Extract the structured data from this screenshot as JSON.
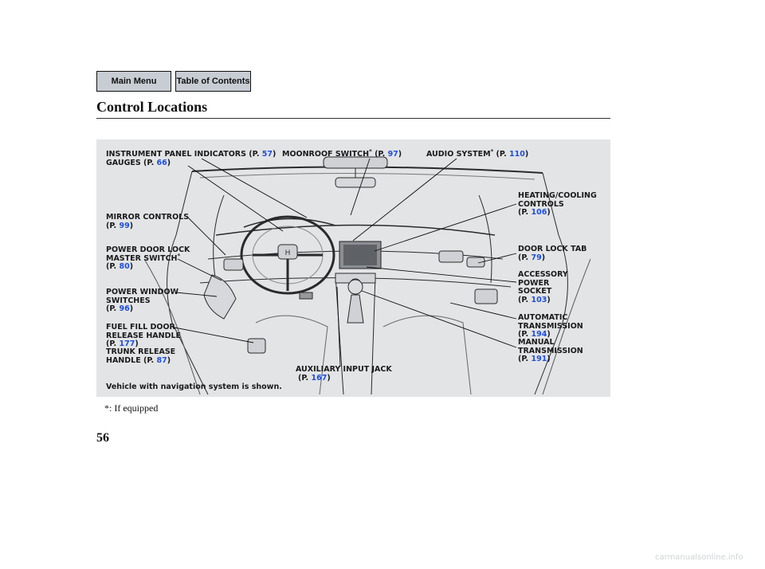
{
  "nav": {
    "main_menu": "Main Menu",
    "table_of_contents": "Table of Contents"
  },
  "page_title": "Control Locations",
  "callouts": {
    "instrument_panel": {
      "text": "INSTRUMENT PANEL INDICATORS (P. ",
      "page": "57",
      "end": ")"
    },
    "gauges": {
      "text": "GAUGES (P. ",
      "page": "66",
      "end": ")"
    },
    "moonroof": {
      "text": "MOONROOF SWITCH",
      "mid": " (P. ",
      "page": "97",
      "end": ")"
    },
    "audio": {
      "text": "AUDIO SYSTEM",
      "mid": " (P. ",
      "page": "110",
      "end": ")"
    },
    "mirror": {
      "line1": "MIRROR CONTROLS",
      "line2": "(P. ",
      "page": "99",
      "end": ")"
    },
    "heating": {
      "line1": "HEATING/COOLING",
      "line2": "CONTROLS",
      "line3": "(P. ",
      "page": "106",
      "end": ")"
    },
    "door_lock_master": {
      "line1": "POWER DOOR LOCK",
      "line2": "MASTER SWITCH",
      "line3": "(P. ",
      "page": "80",
      "end": ")"
    },
    "door_lock_tab": {
      "line1": "DOOR LOCK TAB",
      "line2": "(P. ",
      "page": "79",
      "end": ")"
    },
    "window": {
      "line1": "POWER WINDOW",
      "line2": "SWITCHES",
      "line3": "(P. ",
      "page": "96",
      "end": ")"
    },
    "accessory": {
      "line1": "ACCESSORY",
      "line2": "POWER",
      "line3": "SOCKET",
      "line4": "(P. ",
      "page": "103",
      "end": ")"
    },
    "fuel": {
      "line1": "FUEL FILL DOOR",
      "line2": "RELEASE HANDLE",
      "line3": "(P. ",
      "page": "177",
      "end": ")"
    },
    "auto_trans": {
      "line1": "AUTOMATIC",
      "line2": "TRANSMISSION",
      "line3": "(P. ",
      "page": "194",
      "end": ")"
    },
    "trunk": {
      "line1": "TRUNK RELEASE",
      "line2": "HANDLE",
      "line2b": " (P. ",
      "page": "87",
      "end": ")"
    },
    "manual_trans": {
      "line1": "MANUAL",
      "line2": "TRANSMISSION",
      "line3": "(P. ",
      "page": "191",
      "end": ")"
    },
    "aux": {
      "line1": "AUXILIARY INPUT JACK",
      "line2": "(P. ",
      "page": "167",
      "end": ")"
    }
  },
  "asterisk": "*",
  "panel_caption": "Vehicle with navigation system is shown.",
  "footnote": {
    "symbol": "*",
    "text": ":  If equipped"
  },
  "page_number": "56",
  "watermark": "carmanualsonline.info"
}
